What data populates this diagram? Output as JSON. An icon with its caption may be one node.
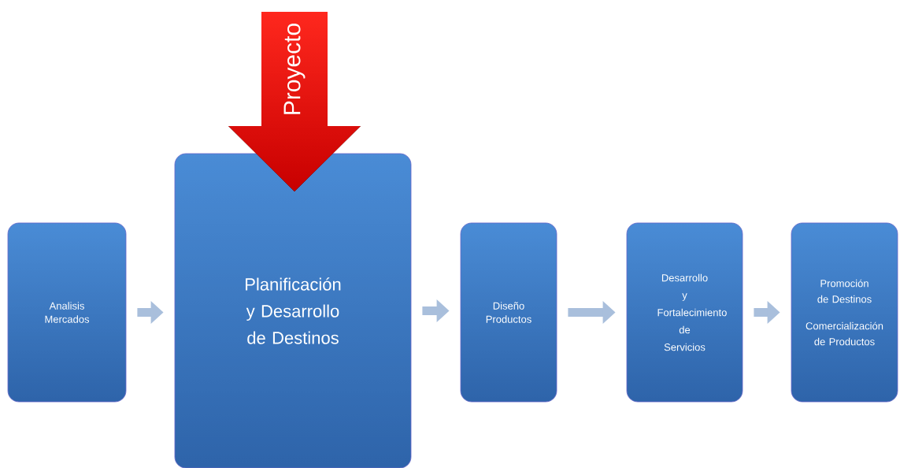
{
  "diagram": {
    "nodes": [
      {
        "text": [
          "Analisis Mercados"
        ]
      },
      {
        "text": [
          "Planificación y Desarrollo de Destinos"
        ]
      },
      {
        "text": [
          "Diseño Productos"
        ]
      },
      {
        "text": [
          "Desarrollo y Fortalecimiento de Servicios"
        ]
      },
      {
        "text": [
          "Promoción de Destinos",
          "Comercialización de Productos"
        ]
      },
      {
        "text": [
          "Proyecto"
        ]
      }
    ],
    "edges": [
      {
        "from": 0,
        "to": 1,
        "arrow": "to"
      },
      {
        "from": 1,
        "to": 2,
        "arrow": "to"
      },
      {
        "from": 2,
        "to": 3,
        "arrow": "to"
      },
      {
        "from": 3,
        "to": 4,
        "arrow": "to"
      }
    ]
  }
}
